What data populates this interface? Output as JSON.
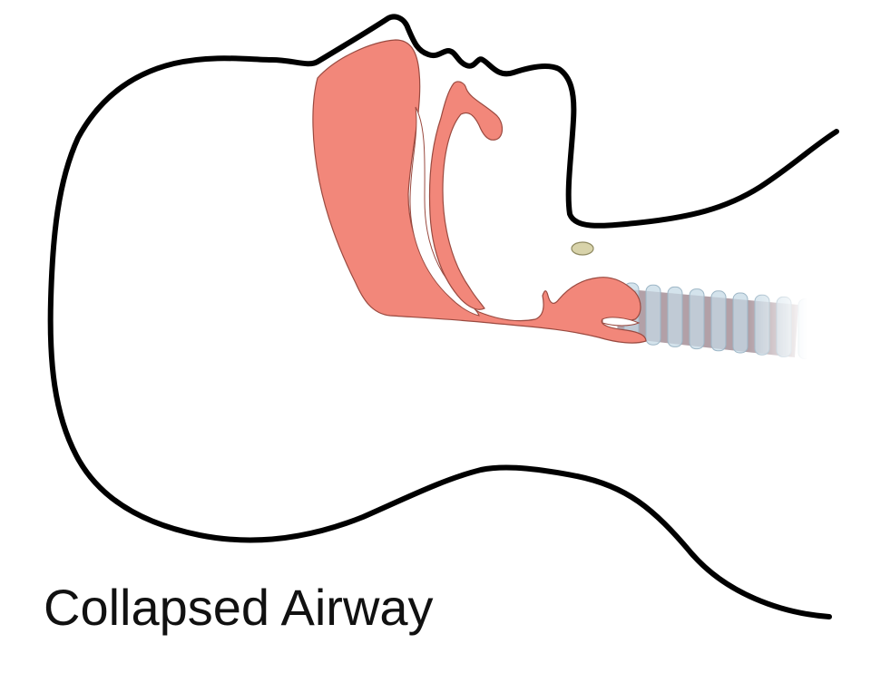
{
  "caption": "Collapsed Airway",
  "colors": {
    "outline": "#000000",
    "tissue_fill": "#F2877A",
    "tissue_stroke": "#9A4A40",
    "hyoid_bone": "#D8D3AA",
    "trachea_ring": "#C6D9E6",
    "trachea_shadow": "#9E8A93",
    "background": "#FFFFFF"
  },
  "icons": [
    "head-outline",
    "tongue-shape",
    "soft-palate-shape",
    "larynx-shape",
    "hyoid-bone",
    "trachea-tube"
  ]
}
